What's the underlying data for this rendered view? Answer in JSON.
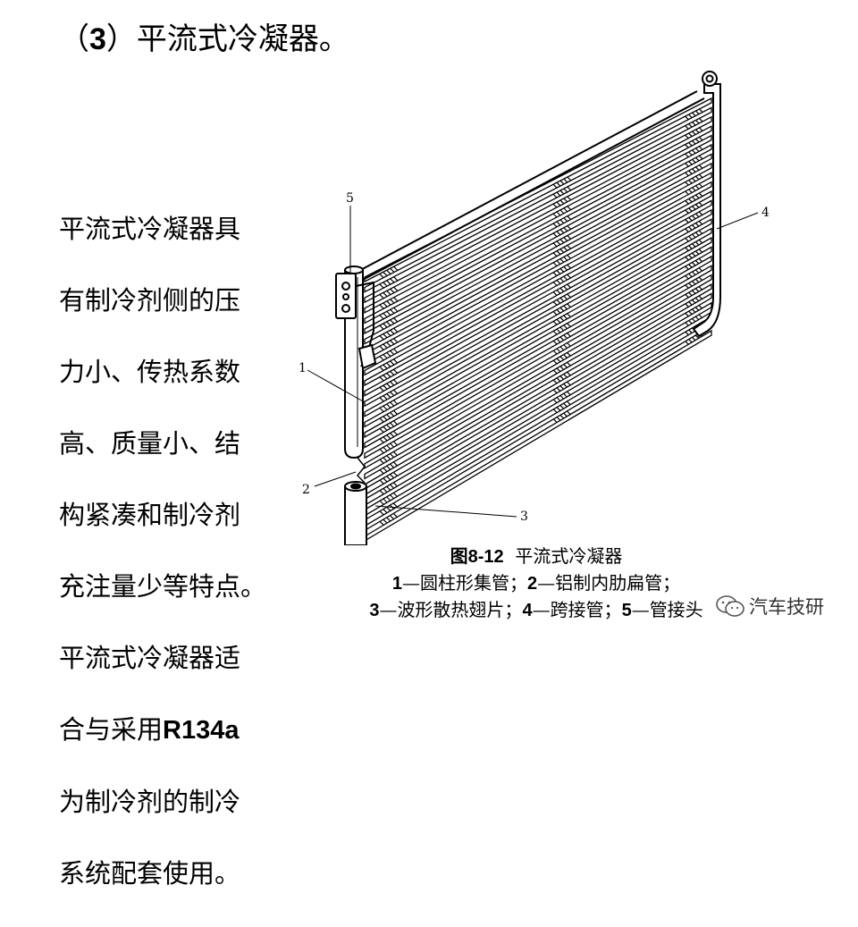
{
  "title": {
    "prefix": "（",
    "number": "3",
    "suffix": "）平流式冷凝器。"
  },
  "description": {
    "lines": [
      "平流式冷凝器具",
      "有制冷剂侧的压",
      "力小、传热系数",
      "高、质量小、结",
      "构紧凑和制冷剂",
      "充注量少等特点。",
      "平流式冷凝器适"
    ],
    "line8_prefix": "合与采用",
    "line8_highlight": "R134a",
    "lines_after": [
      "为制冷剂的制冷",
      "系统配套使用。"
    ]
  },
  "figure": {
    "labels": {
      "l1": "1",
      "l2": "2",
      "l3": "3",
      "l4": "4",
      "l5": "5"
    }
  },
  "caption": {
    "fig_no": "图8-12",
    "fig_title": "平流式冷凝器",
    "legend_row1": [
      {
        "num": "1",
        "text": "—圆柱形集管；"
      },
      {
        "num": "2",
        "text": "—铝制内肋扁管；"
      }
    ],
    "legend_row2": [
      {
        "num": "3",
        "text": "—波形散热翅片；"
      },
      {
        "num": "4",
        "text": "—跨接管；"
      },
      {
        "num": "5",
        "text": "—管接头"
      }
    ]
  },
  "watermark": {
    "text": "汽车技研",
    "icon": "wechat-icon"
  }
}
